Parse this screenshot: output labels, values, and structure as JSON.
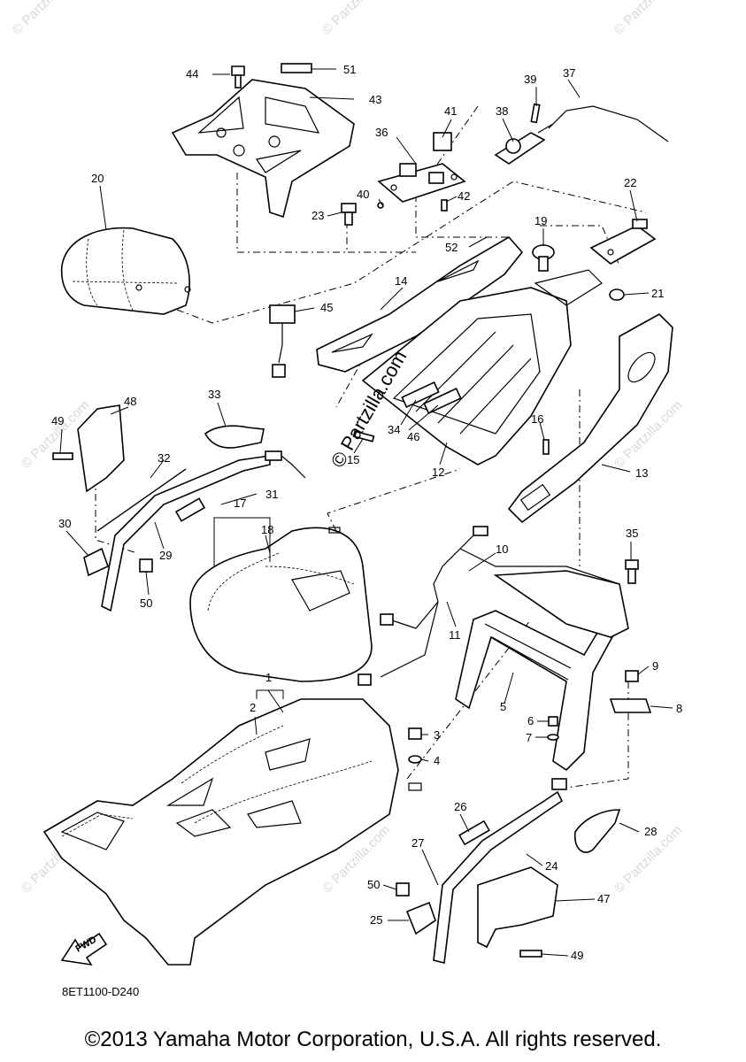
{
  "diagram_code": "8ET1100-D240",
  "copyright": "©2013 Yamaha Motor Corporation, U.S.A. All rights reserved.",
  "fwd_label": "FWD",
  "watermark_small": "© Partzilla.com",
  "watermark_center": "© Partzilla.com",
  "callouts": {
    "c1": "1",
    "c2": "2",
    "c3": "3",
    "c4": "4",
    "c5": "5",
    "c6": "6",
    "c7": "7",
    "c8": "8",
    "c9": "9",
    "c10": "10",
    "c11": "11",
    "c12": "12",
    "c13": "13",
    "c14": "14",
    "c15": "15",
    "c16": "16",
    "c17": "17",
    "c18": "18",
    "c19": "19",
    "c20": "20",
    "c21": "21",
    "c22": "22",
    "c23": "23",
    "c24": "24",
    "c25": "25",
    "c26": "26",
    "c27": "27",
    "c28": "28",
    "c29": "29",
    "c30": "30",
    "c31": "31",
    "c32": "32",
    "c33": "33",
    "c34": "34",
    "c35": "35",
    "c36": "36",
    "c37": "37",
    "c38": "38",
    "c39": "39",
    "c40": "40",
    "c41": "41",
    "c42": "42",
    "c43": "43",
    "c44": "44",
    "c45": "45",
    "c46": "46",
    "c47": "47",
    "c48": "48",
    "c49a": "49",
    "c49b": "49",
    "c50a": "50",
    "c50b": "50",
    "c51": "51",
    "c52": "52"
  }
}
